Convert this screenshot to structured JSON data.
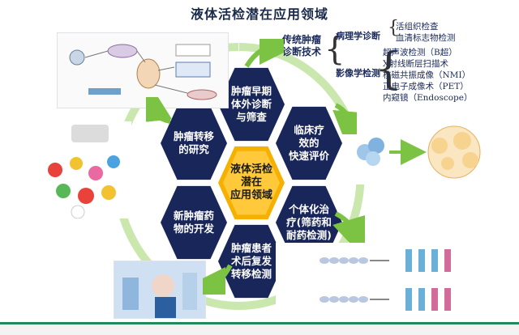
{
  "page": {
    "title": "液体活检潜在应用领域"
  },
  "hexagons": {
    "center": "液体活检\n潜在\n应用领域",
    "top": "肿瘤早期\n体外诊断\n与筛查",
    "top_right": "临床疗\n效的\n快速评价",
    "bottom_right": "个体化治\n疗(筛药和\n耐药检测)",
    "bottom": "肿瘤患者\n术后复发\n转移检测",
    "bottom_left": "新肿瘤药\n物的开发",
    "top_left": "肿瘤转移\n的研究"
  },
  "traditional": {
    "heading": "传统肿瘤\n诊断技术",
    "pathology_label": "病理学诊断",
    "imaging_label": "影像学检测",
    "pathology_items": [
      "活组织检查",
      "血清标志物检测"
    ],
    "imaging_items": [
      "超声波检测（B超）",
      "X射线断层扫描术",
      "核磁共振成像（NMI）",
      "正电子成像术（PET）",
      "内窥镜（Endoscope）"
    ]
  },
  "colors": {
    "hex_dark": "#18265a",
    "hex_center": "#f5b000",
    "ring_green": "#7cc243",
    "rule_green": "#1f8a5a"
  }
}
